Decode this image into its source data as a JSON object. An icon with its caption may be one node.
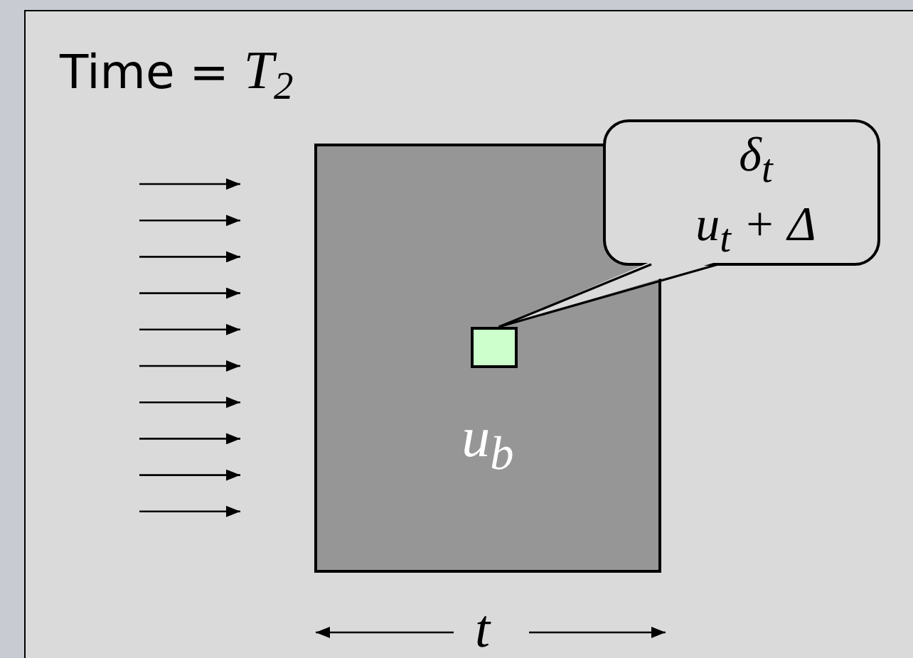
{
  "diagram": {
    "title": "Time = *T*$_{2}$",
    "nodes": [
      {
        "text": [
          "u$_{b}$"
        ]
      },
      {
        "text": [],
        "shape": "box",
        "in": 0
      },
      {
        "text": [
          "δ$_{t}$",
          "u$_{t}$ + Δ"
        ]
      }
    ],
    "edges": [
      {
        "from": 2,
        "to": 1,
        "arrow": "none"
      }
    ],
    "labels": [
      "t"
    ]
  }
}
